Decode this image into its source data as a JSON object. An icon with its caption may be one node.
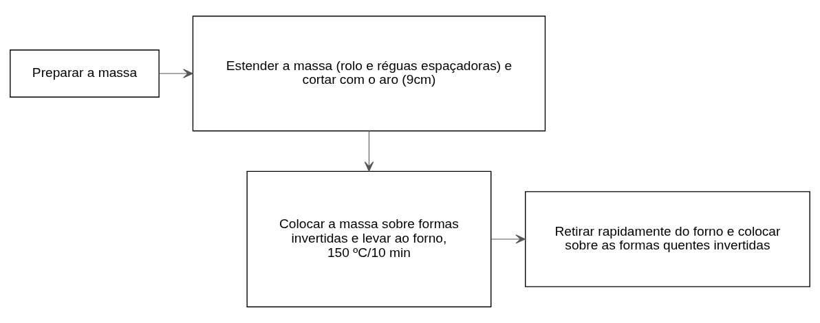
{
  "diagram": {
    "nodes": [
      {
        "text": [
          "Preparar a massa"
        ]
      },
      {
        "text": [
          "Estender a massa (rolo e réguas espaçadoras) e cortar com o aro (9cm)"
        ]
      },
      {
        "text": [
          "Colocar a massa sobre formas invertidas e levar ao forno, 150 ºC/10 min"
        ]
      },
      {
        "text": [
          "Retirar rapidamente do forno e colocar sobre as formas quentes invertidas"
        ]
      }
    ],
    "edges": [
      {
        "from": 0,
        "to": 1,
        "arrow": "to"
      },
      {
        "from": 1,
        "to": 2,
        "arrow": "to"
      },
      {
        "from": 2,
        "to": 3,
        "arrow": "to"
      }
    ]
  }
}
